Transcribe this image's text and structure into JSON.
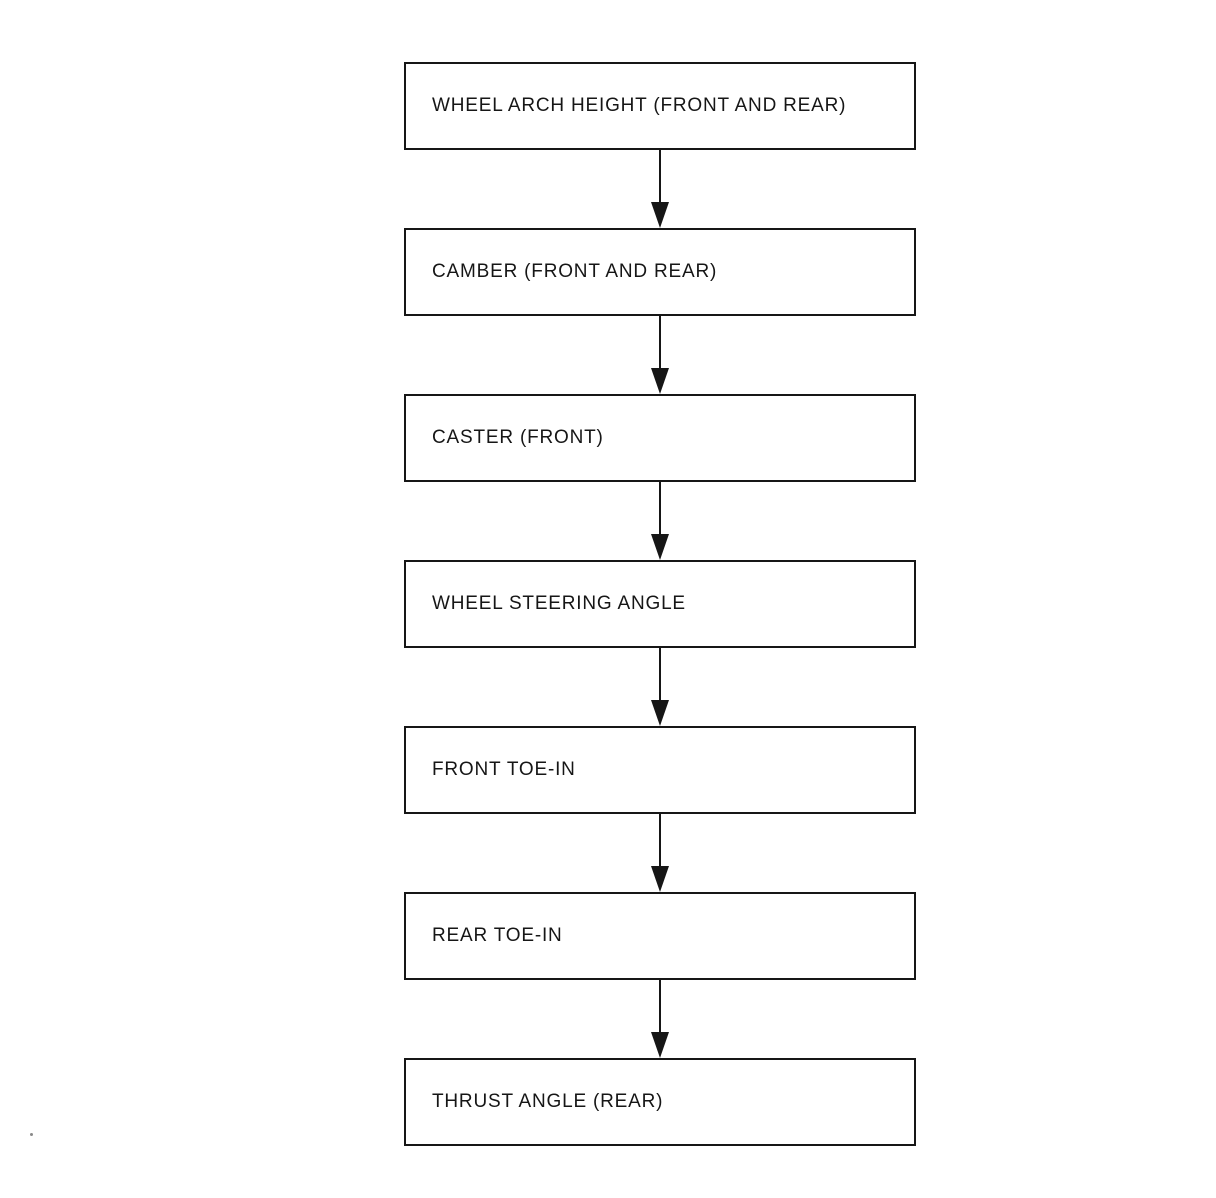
{
  "diagram": {
    "type": "flowchart",
    "direction": "top-down",
    "connector_style": "down-arrow",
    "colors": {
      "border": "#161616",
      "text": "#161616",
      "background": "#ffffff"
    },
    "nodes": [
      {
        "label": "WHEEL ARCH HEIGHT (FRONT AND REAR)"
      },
      {
        "label": "CAMBER (FRONT AND REAR)"
      },
      {
        "label": "CASTER (FRONT)"
      },
      {
        "label": "WHEEL STEERING ANGLE"
      },
      {
        "label": "FRONT TOE-IN"
      },
      {
        "label": "REAR TOE-IN"
      },
      {
        "label": "THRUST ANGLE (REAR)"
      }
    ]
  }
}
